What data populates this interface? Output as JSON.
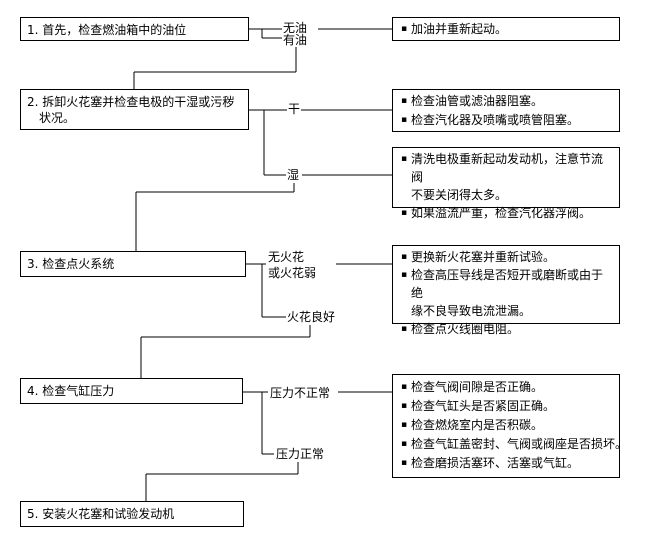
{
  "steps": [
    {
      "lines": [
        "1. 首先，检查燃油箱中的油位"
      ]
    },
    {
      "lines": [
        "2. 拆卸火花塞并检查电极的干湿或污秽",
        "状况。"
      ]
    },
    {
      "lines": [
        "3. 检查点火系统"
      ]
    },
    {
      "lines": [
        "4. 检查气缸压力"
      ]
    },
    {
      "lines": [
        "5. 安装火花塞和试验发动机"
      ]
    }
  ],
  "branches": {
    "no_fuel": "无油",
    "has_fuel": "有油",
    "dry": "干",
    "wet": "湿",
    "no_spark": [
      "无火花",
      "或火花弱"
    ],
    "good_spark": "火花良好",
    "abnormal_pressure": "压力不正常",
    "normal_pressure": "压力正常"
  },
  "actions": {
    "no_fuel": [
      [
        "加油并重新起动。"
      ]
    ],
    "dry": [
      [
        "检查油管或滤油器阻塞。"
      ],
      [
        "检查汽化器及喷嘴或喷管阻塞。"
      ]
    ],
    "wet": [
      [
        "清洗电极重新起动发动机，注意节流阀",
        "不要关闭得太多。"
      ],
      [
        "如果溢流严重，检查汽化器浮阀。"
      ]
    ],
    "no_spark": [
      [
        "更换新火花塞并重新试验。"
      ],
      [
        "检查高压导线是否短开或磨断或由于绝",
        "缘不良导致电流泄漏。"
      ],
      [
        "检查点火线圈电阻。"
      ]
    ],
    "abnormal_pressure": [
      [
        "检查气阀间隙是否正确。"
      ],
      [
        "检查气缸头是否紧固正确。"
      ],
      [
        "检查燃烧室内是否积碳。"
      ],
      [
        "检查气缸盖密封、气阀或阀座是否损坏。"
      ],
      [
        "检查磨损活塞环、活塞或气缸。"
      ]
    ]
  }
}
